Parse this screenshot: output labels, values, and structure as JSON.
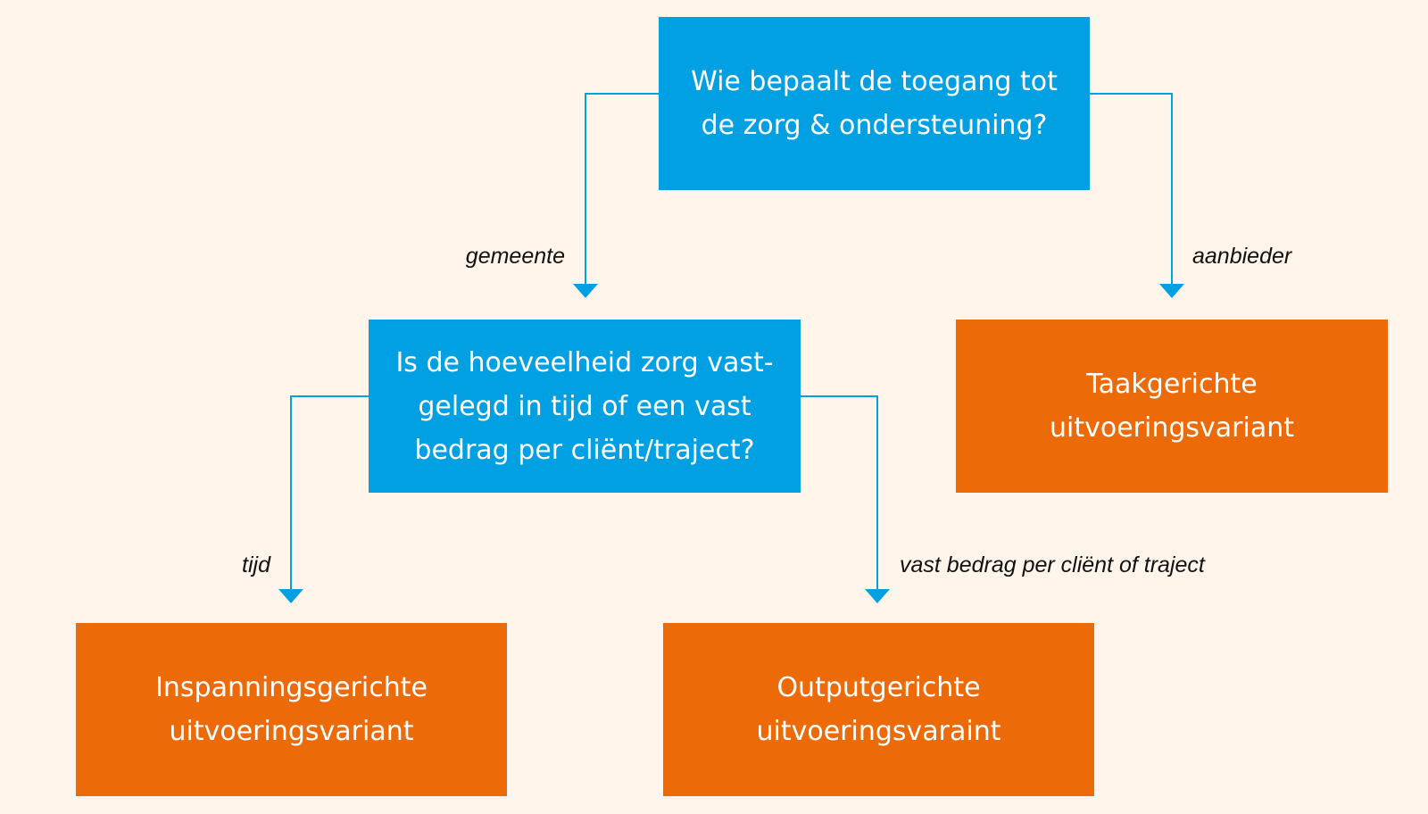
{
  "colors": {
    "question": "#01a0e3",
    "outcome": "#ec6a07",
    "connector": "#01a0e3",
    "background": "#fff5ea"
  },
  "nodes": {
    "q1": "Wie bepaalt de toegang tot\nde zorg & ondersteuning?",
    "q2": "Is de hoeveelheid zorg vast-\ngelegd in tijd of een vast\nbedrag per cliënt/traject?",
    "taak": "Taakgerichte\nuitvoeringsvariant",
    "inspanning": "Inspanningsgerichte\nuitvoeringsvariant",
    "output": "Outputgerichte\nuitvoeringsvaraint"
  },
  "edges": {
    "gemeente": "gemeente",
    "aanbieder": "aanbieder",
    "tijd": "tijd",
    "vast": "vast bedrag per cliënt of traject"
  }
}
